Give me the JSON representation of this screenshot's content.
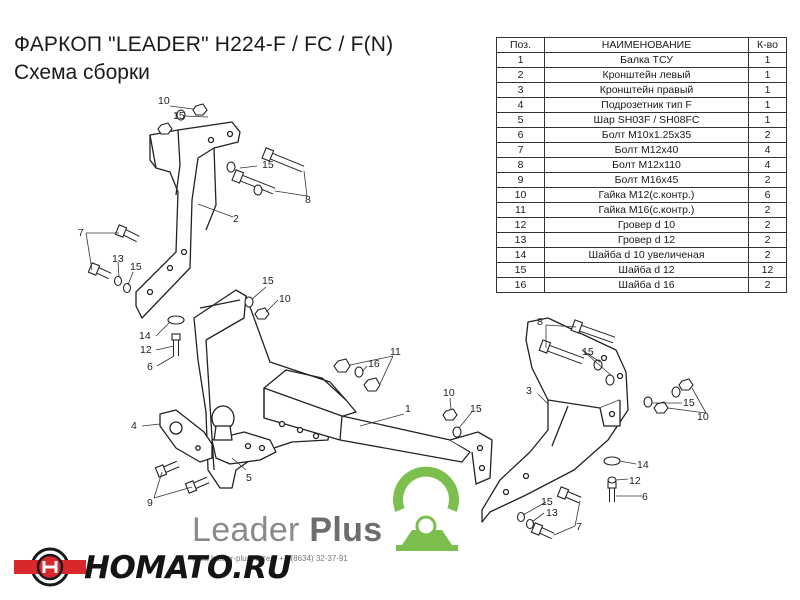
{
  "header": {
    "title": "ФАРКОП \"LEADER\" H224-F / FC / F(N)",
    "subtitle": "Схема сборки"
  },
  "parts_table": {
    "columns": [
      "Поз.",
      "НАИМЕНОВАНИЕ",
      "К-во"
    ],
    "rows": [
      [
        "1",
        "Балка ТСУ",
        "1"
      ],
      [
        "2",
        "Кронштейн левый",
        "1"
      ],
      [
        "3",
        "Кронштейн правый",
        "1"
      ],
      [
        "4",
        "Подрозетник тип F",
        "1"
      ],
      [
        "5",
        "Шар SH03F / SH08FC",
        "1"
      ],
      [
        "6",
        "Болт M10x1.25x35",
        "2"
      ],
      [
        "7",
        "Болт M12x40",
        "4"
      ],
      [
        "8",
        "Болт M12x110",
        "4"
      ],
      [
        "9",
        "Болт M16x45",
        "2"
      ],
      [
        "10",
        "Гайка M12(с.контр.)",
        "6"
      ],
      [
        "11",
        "Гайка  M16(с.контр.)",
        "2"
      ],
      [
        "12",
        "Гровер d 10",
        "2"
      ],
      [
        "13",
        "Гровер d 12",
        "2"
      ],
      [
        "14",
        "Шайба d 10 увеличеная",
        "2"
      ],
      [
        "15",
        "Шайба d 12",
        "12"
      ],
      [
        "16",
        "Шайба d 16",
        "2"
      ]
    ]
  },
  "callouts": {
    "c10a": "10",
    "c15a": "15",
    "c15b": "15",
    "c8a": "8",
    "c2": "2",
    "c7a": "7",
    "c13a": "13",
    "c15c": "15",
    "c15d": "15",
    "c10b": "10",
    "c14a": "14",
    "c12a": "12",
    "c6a": "6",
    "c11": "11",
    "c16": "16",
    "c1": "1",
    "c4": "4",
    "c5": "5",
    "c9": "9",
    "c10c": "10",
    "c15e": "15",
    "c8b": "8",
    "c15f": "15",
    "c3": "3",
    "c15g": "15",
    "c10d": "10",
    "c14b": "14",
    "c12b": "12",
    "c6b": "6",
    "c15h": "15",
    "c13b": "13",
    "c7b": "7"
  },
  "branding": {
    "name_light": "Leader",
    "name_bold": "Plus",
    "contacts": "www.leader-plus.ru     тел. +7 (8634) 32-37-91",
    "watermark": "HOMATO.RU"
  },
  "colors": {
    "logo_green": "#7cbf4f",
    "watermark_red": "#d8282d",
    "line": "#222222"
  }
}
